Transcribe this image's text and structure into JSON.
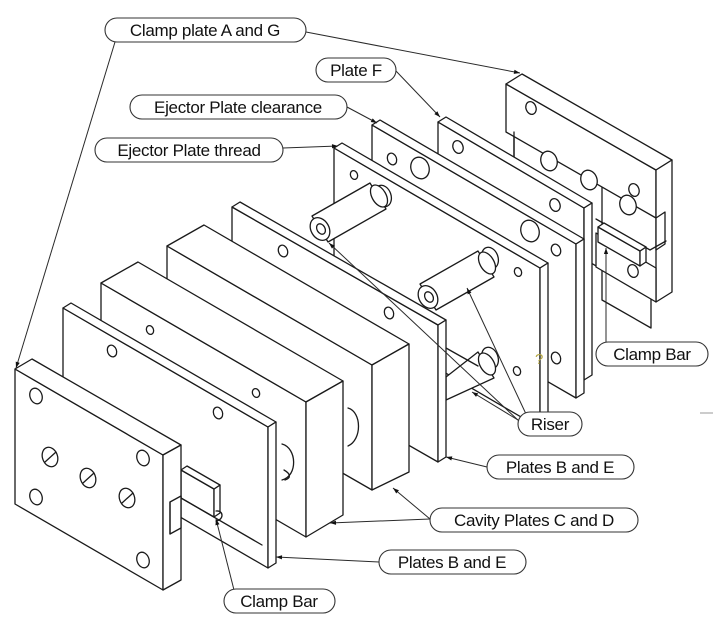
{
  "figure": {
    "subject": "Exploded isometric view of a mold base assembly",
    "line_color": "#1a1a1a",
    "background": "#ffffff",
    "annotation_mark_color": "#b5a642"
  },
  "callouts": [
    {
      "id": "clamp-plate-a-and-g",
      "label": "Clamp plate A and G"
    },
    {
      "id": "plate-f",
      "label": "Plate F"
    },
    {
      "id": "ejector-plate-clearance",
      "label": "Ejector Plate clearance"
    },
    {
      "id": "ejector-plate-thread",
      "label": "Ejector Plate thread"
    },
    {
      "id": "clamp-bar-right",
      "label": "Clamp Bar"
    },
    {
      "id": "riser",
      "label": "Riser"
    },
    {
      "id": "plates-b-and-e-upper",
      "label": "Plates B and E"
    },
    {
      "id": "cavity-plates-c-and-d",
      "label": "Cavity Plates C and D"
    },
    {
      "id": "plates-b-and-e-lower",
      "label": "Plates B and E"
    },
    {
      "id": "clamp-bar-left",
      "label": "Clamp Bar"
    }
  ],
  "annotation_mark": {
    "text": "?"
  },
  "components": [
    "Clamp plate A",
    "Plate B",
    "Cavity plate C",
    "Cavity plate D",
    "Plate E",
    "Ejector plate (thread)",
    "Ejector plate (clearance)",
    "Plate F",
    "Clamp plate G",
    "Clamp bar (front)",
    "Clamp bar (rear)",
    "Riser x3"
  ]
}
